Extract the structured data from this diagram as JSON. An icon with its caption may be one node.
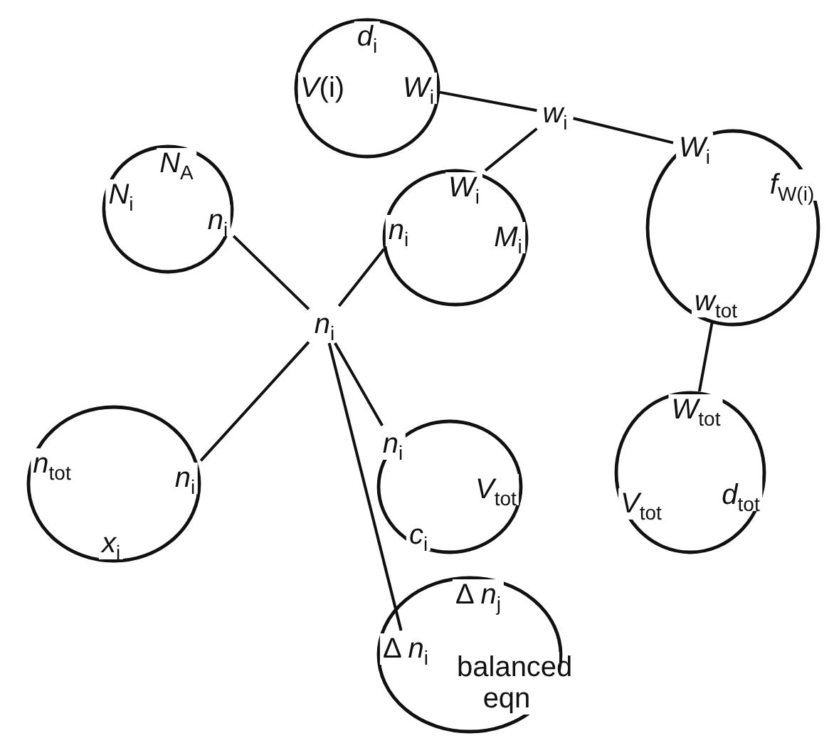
{
  "diagram": {
    "nodes": [
      {
        "text": [],
        "shape": "circle"
      },
      {
        "text": [
          "*d*$_{i}$"
        ],
        "in": 0
      },
      {
        "text": [
          "*V*(i)"
        ],
        "in": 0
      },
      {
        "text": [
          "*W*$_{i}$"
        ],
        "in": 0
      },
      {
        "text": [
          "*w*$_{i}$"
        ]
      },
      {
        "text": [],
        "shape": "circle"
      },
      {
        "text": [
          "*W*$_{i}$"
        ],
        "in": 5
      },
      {
        "text": [
          "*f*$_{W(i)}$"
        ],
        "in": 5
      },
      {
        "text": [
          "*w*$_{tot}$"
        ],
        "in": 5
      },
      {
        "text": [],
        "shape": "circle"
      },
      {
        "text": [
          "*W*$_{i}$"
        ],
        "in": 9
      },
      {
        "text": [
          "*n*$_{i}$"
        ],
        "in": 9
      },
      {
        "text": [
          "*M*$_{i}$"
        ],
        "in": 9
      },
      {
        "text": [],
        "shape": "circle"
      },
      {
        "text": [
          "*N*$_{A}$"
        ],
        "in": 13
      },
      {
        "text": [
          "*N*$_{i}$"
        ],
        "in": 13
      },
      {
        "text": [
          "*n*$_{i}$"
        ],
        "in": 13
      },
      {
        "text": [
          "*n*$_{i}$"
        ]
      },
      {
        "text": [],
        "shape": "circle"
      },
      {
        "text": [
          "*W*$_{tot}$"
        ],
        "in": 18
      },
      {
        "text": [
          "*V*$_{tot}$"
        ],
        "in": 18
      },
      {
        "text": [
          "*d*$_{tot}$"
        ],
        "in": 18
      },
      {
        "text": [],
        "shape": "circle"
      },
      {
        "text": [
          "*n*$_{tot}$"
        ],
        "in": 22
      },
      {
        "text": [
          "*n*$_{i}$"
        ],
        "in": 22
      },
      {
        "text": [
          "*x*$_{i}$"
        ],
        "in": 22
      },
      {
        "text": [],
        "shape": "circle"
      },
      {
        "text": [
          "*n*$_{i}$"
        ],
        "in": 26
      },
      {
        "text": [
          "*V*$_{tot}$"
        ],
        "in": 26
      },
      {
        "text": [
          "*c*$_{i}$"
        ],
        "in": 26
      },
      {
        "text": [],
        "shape": "circle"
      },
      {
        "text": [
          "Δ *n*$_{j}$"
        ],
        "in": 30
      },
      {
        "text": [
          "Δ *n*$_{i}$"
        ],
        "in": 30
      },
      {
        "text": [
          "balanced eqn"
        ],
        "in": 30
      }
    ],
    "edges": [
      {
        "from": 3,
        "to": 4,
        "arrow": "none"
      },
      {
        "from": 4,
        "to": 6,
        "arrow": "none"
      },
      {
        "from": 4,
        "to": 10,
        "arrow": "none"
      },
      {
        "from": 8,
        "to": 19,
        "arrow": "none"
      },
      {
        "from": 11,
        "to": 17,
        "arrow": "none"
      },
      {
        "from": 17,
        "to": 16,
        "arrow": "none"
      },
      {
        "from": 17,
        "to": 24,
        "arrow": "none"
      },
      {
        "from": 17,
        "to": 27,
        "arrow": "none"
      },
      {
        "from": 17,
        "to": 32,
        "arrow": "none"
      }
    ]
  }
}
